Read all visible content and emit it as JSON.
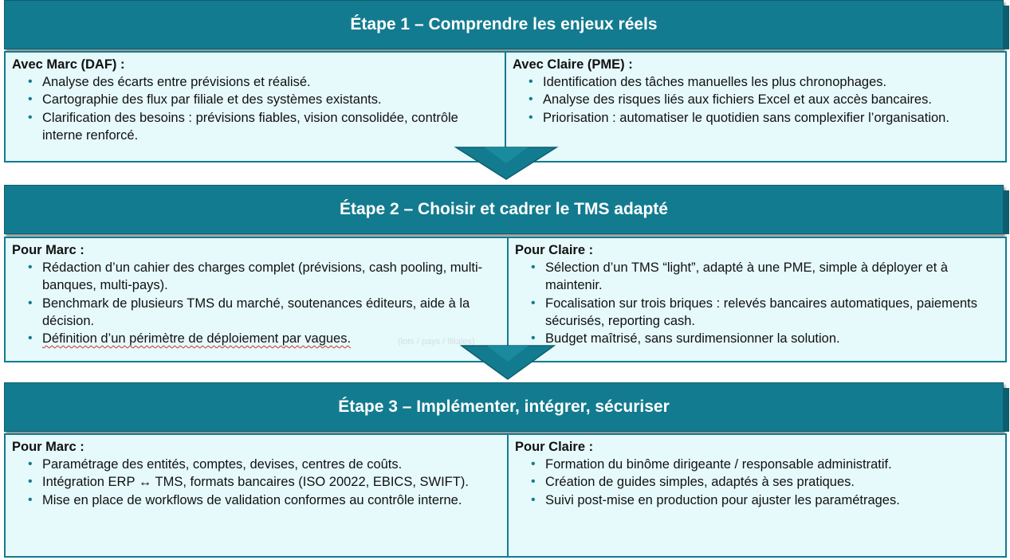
{
  "steps": [
    {
      "title": "Étape 1 – Comprendre les enjeux réels",
      "left": {
        "title": "Avec Marc (DAF) :",
        "items": [
          "Analyse des écarts entre prévisions et réalisé.",
          "Cartographie des flux par filiale et des systèmes existants.",
          "Clarification des besoins : prévisions fiables, vision consolidée, contrôle interne renforcé."
        ]
      },
      "right": {
        "title": "Avec Claire (PME) :",
        "items": [
          "Identification des tâches manuelles les plus chronophages.",
          "Analyse des risques liés aux fichiers Excel et aux accès bancaires.",
          "Priorisation : automatiser le quotidien sans complexifier l’organisation."
        ]
      }
    },
    {
      "title": "Étape 2 – Choisir et cadrer le TMS adapté",
      "left": {
        "title": "Pour Marc :",
        "items": [
          "Rédaction d’un cahier des charges complet (prévisions, cash pooling, multi-banques, multi-pays).",
          "Benchmark de plusieurs TMS du marché, soutenances éditeurs, aide à la décision.",
          "Définition d’un périmètre de déploiement par vagues."
        ],
        "watermark": "(lots / pays / filiales)"
      },
      "right": {
        "title": "Pour Claire :",
        "items": [
          "Sélection d’un TMS “light”, adapté à une PME, simple à déployer et à maintenir.",
          "Focalisation sur trois briques : relevés bancaires automatiques, paiements sécurisés, reporting cash.",
          "Budget maîtrisé, sans surdimensionner la solution."
        ]
      }
    },
    {
      "title": "Étape 3 – Implémenter, intégrer, sécuriser",
      "left": {
        "title": "Pour Marc :",
        "items": [
          "Paramétrage des entités, comptes, devises, centres de coûts.",
          "Intégration ERP ↔ TMS, formats bancaires (ISO 20022, EBICS, SWIFT).",
          "Mise en place de workflows de validation conformes au contrôle interne."
        ]
      },
      "right": {
        "title": "Pour Claire :",
        "items": [
          "Formation du binôme dirigeante / responsable administratif.",
          "Création de guides simples, adaptés à ses pratiques.",
          "Suivi post-mise en production pour ajuster les paramétrages."
        ]
      }
    }
  ],
  "colors": {
    "header": "#137b8f",
    "box_bg": "#e6f9fb",
    "border": "#137b8f"
  }
}
